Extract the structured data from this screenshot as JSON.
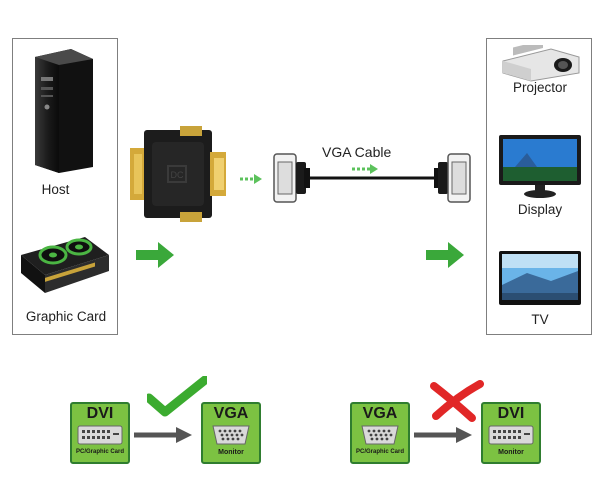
{
  "source": {
    "host_label": "Host",
    "graphic_card_label": "Graphic Card"
  },
  "cable": {
    "label": "VGA Cable"
  },
  "targets": {
    "projector_label": "Projector",
    "display_label": "Display",
    "tv_label": "TV"
  },
  "compat": [
    {
      "from_title": "DVI",
      "from_sub": "PC/Graphic Card",
      "to_title": "VGA",
      "to_sub": "Monitor",
      "status": "supported",
      "status_color": "#3bab2f"
    },
    {
      "from_title": "VGA",
      "from_sub": "PC/Graphic Card",
      "to_title": "DVI",
      "to_sub": "Monitor",
      "status": "unsupported",
      "status_color": "#e12727"
    }
  ],
  "colors": {
    "arrow_green": "#3aa83a",
    "card_green": "#7cc242",
    "card_border": "#2f7d2f",
    "adapter_black": "#1c1c1c",
    "gold": "#d4a93a"
  }
}
